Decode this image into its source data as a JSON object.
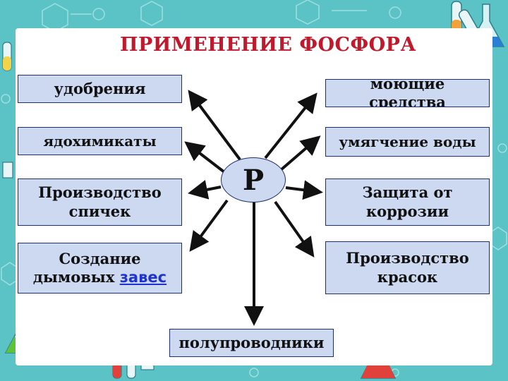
{
  "title": "ПРИМЕНЕНИЕ ФОСФОРА",
  "center": "P",
  "left": [
    {
      "lines": [
        "удобрения"
      ]
    },
    {
      "lines": [
        "ядохимикаты"
      ]
    },
    {
      "lines": [
        "Производство",
        "спичек"
      ]
    },
    {
      "lines": [
        "Создание",
        "дымовых"
      ],
      "link": "завес"
    }
  ],
  "right": [
    {
      "lines": [
        "моющие",
        "средства"
      ]
    },
    {
      "lines": [
        "умягчение воды"
      ]
    },
    {
      "lines": [
        "Защита от",
        "коррозии"
      ]
    },
    {
      "lines": [
        "Производство",
        "красок"
      ]
    }
  ],
  "bottom": {
    "lines": [
      "полупроводники"
    ]
  },
  "colors": {
    "title": "#c0192b",
    "box_fill": "#cdd8f1",
    "box_border": "#1f2f6b",
    "background": "#5bc3c6",
    "link": "#1f33d1"
  },
  "decor_icons": [
    "flask-icon",
    "test-tube-icon",
    "molecule-icon",
    "hcl-bottle-icon",
    "cooh-flask-icon"
  ]
}
